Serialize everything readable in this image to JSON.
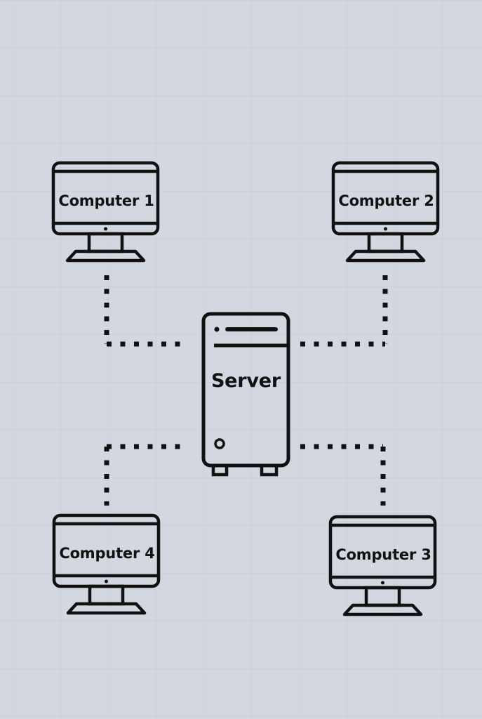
{
  "diagram": {
    "type": "network-topology",
    "colors": {
      "background": "#d3d7e0",
      "ink": "#111111"
    },
    "server": {
      "label": "Server",
      "icon": "server-icon"
    },
    "computers": [
      {
        "id": "computer-1",
        "label": "Computer 1",
        "icon": "monitor-icon"
      },
      {
        "id": "computer-2",
        "label": "Computer 2",
        "icon": "monitor-icon"
      },
      {
        "id": "computer-3",
        "label": "Computer 3",
        "icon": "monitor-icon"
      },
      {
        "id": "computer-4",
        "label": "Computer 4",
        "icon": "monitor-icon"
      }
    ],
    "connections": [
      {
        "from": "Computer 1",
        "to": "Server",
        "style": "dotted"
      },
      {
        "from": "Computer 2",
        "to": "Server",
        "style": "dotted"
      },
      {
        "from": "Computer 3",
        "to": "Server",
        "style": "dotted"
      },
      {
        "from": "Computer 4",
        "to": "Server",
        "style": "dotted"
      }
    ]
  }
}
